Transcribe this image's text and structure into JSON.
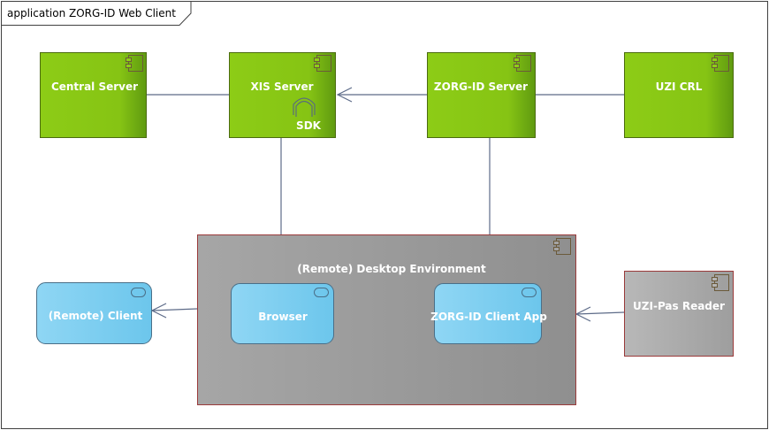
{
  "frame": {
    "title": "application ZORG-ID Web Client"
  },
  "colors": {
    "component_green": "#8fce17",
    "component_green_dark": "#5f9a10",
    "interface_blue": "#7ecff0",
    "environment_gray": "#a3a3a3",
    "device_gray": "#b4b4b4",
    "connector": "#5d6b88"
  },
  "nodes": {
    "central_server": {
      "label": "Central Server",
      "icon": "component-icon"
    },
    "xis_server": {
      "label": "XIS Server",
      "icon": "component-icon",
      "sub_label": "SDK",
      "sub_icon": "interface-icon"
    },
    "zorg_id_server": {
      "label": "ZORG-ID Server",
      "icon": "component-icon"
    },
    "uzi_crl": {
      "label": "UZI CRL",
      "icon": "component-icon"
    },
    "desktop_env": {
      "label": "(Remote) Desktop Environment",
      "icon": "component-icon"
    },
    "browser": {
      "label": "Browser",
      "icon": "app-service-icon"
    },
    "zorg_id_client_app": {
      "label": "ZORG-ID Client App",
      "icon": "app-service-icon"
    },
    "remote_client": {
      "label": "(Remote) Client",
      "icon": "app-service-icon"
    },
    "uzi_pas_reader": {
      "label": "UZI-Pas Reader",
      "icon": "component-icon"
    }
  }
}
